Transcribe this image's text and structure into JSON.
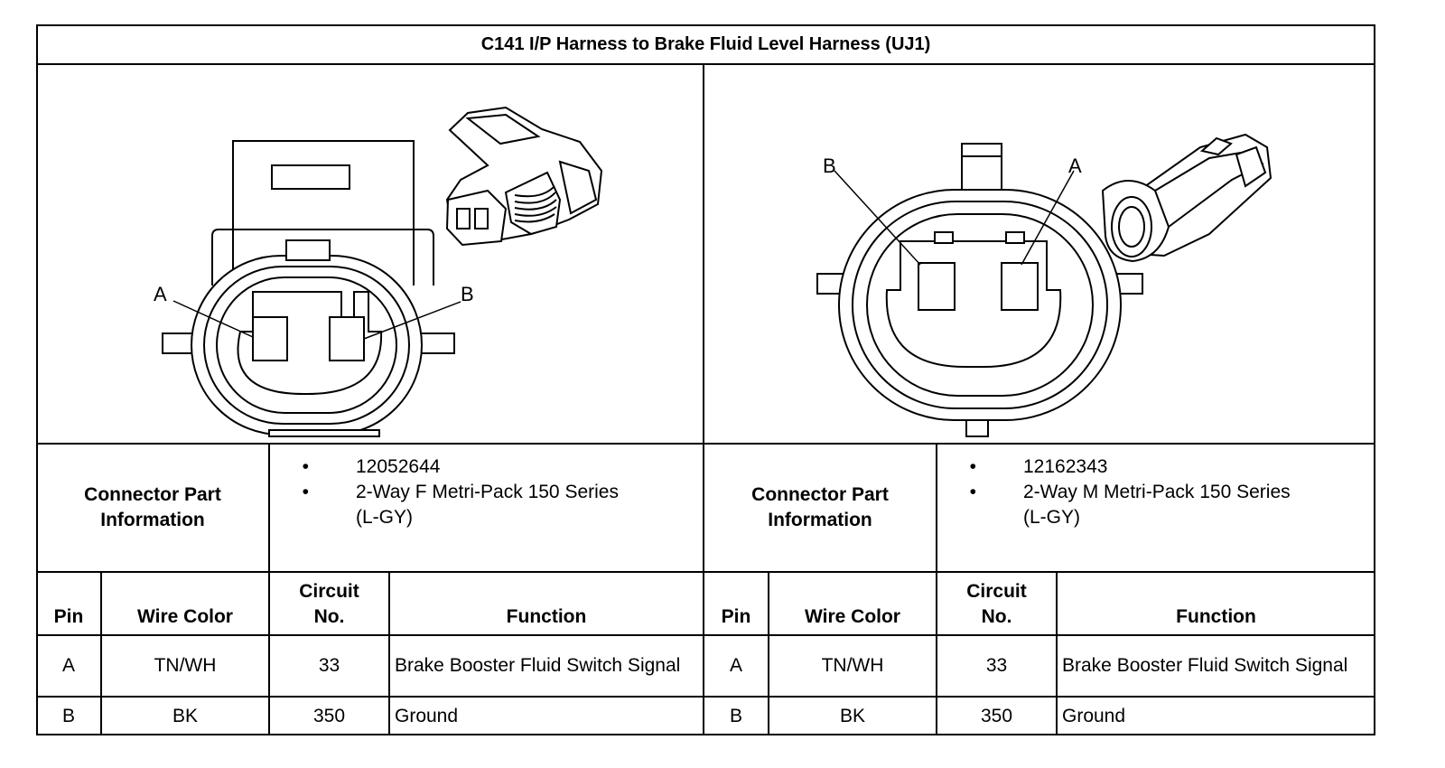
{
  "title": "C141 I/P Harness to Brake Fluid Level Harness (UJ1)",
  "left": {
    "diagram": {
      "label_a": "A",
      "label_b": "B"
    },
    "part_info_label": "Connector Part Information",
    "part_info": [
      "12052644",
      "2-Way F Metri-Pack 150 Series",
      "(L-GY)"
    ],
    "table": {
      "headers": [
        "Pin",
        "Wire Color",
        "Circuit No.",
        "Function"
      ],
      "rows": [
        [
          "A",
          "TN/WH",
          "33",
          "Brake Booster Fluid Switch Signal"
        ],
        [
          "B",
          "BK",
          "350",
          "Ground"
        ]
      ]
    }
  },
  "right": {
    "diagram": {
      "label_a": "A",
      "label_b": "B"
    },
    "part_info_label": "Connector Part Information",
    "part_info": [
      "12162343",
      "2-Way M Metri-Pack 150 Series",
      "(L-GY)"
    ],
    "table": {
      "headers": [
        "Pin",
        "Wire Color",
        "Circuit No.",
        "Function"
      ],
      "rows": [
        [
          "A",
          "TN/WH",
          "33",
          "Brake Booster Fluid Switch Signal"
        ],
        [
          "B",
          "BK",
          "350",
          "Ground"
        ]
      ]
    }
  }
}
